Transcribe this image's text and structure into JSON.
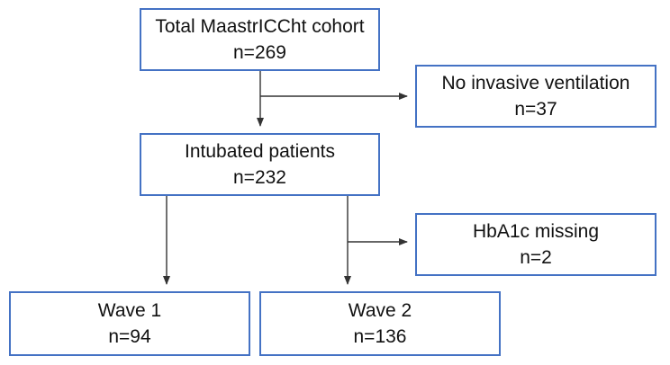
{
  "diagram": {
    "type": "flowchart",
    "colors": {
      "box_border": "#4472c4",
      "connector": "#333333"
    },
    "boxes": {
      "total": {
        "label": "Total MaastrICCht cohort",
        "count": "n=269"
      },
      "no_ventilation": {
        "label": "No invasive ventilation",
        "count": "n=37"
      },
      "intubated": {
        "label": "Intubated patients",
        "count": "n=232"
      },
      "hba1c_missing": {
        "label": "HbA1c missing",
        "count": "n=2"
      },
      "wave1": {
        "label": "Wave 1",
        "count": "n=94"
      },
      "wave2": {
        "label": "Wave 2",
        "count": "n=136"
      }
    },
    "edges": [
      {
        "from": "total",
        "to": "intubated"
      },
      {
        "from": "total",
        "to": "no_ventilation"
      },
      {
        "from": "intubated",
        "to": "wave1"
      },
      {
        "from": "intubated",
        "to": "wave2"
      },
      {
        "from": "intubated",
        "to": "hba1c_missing"
      }
    ]
  }
}
